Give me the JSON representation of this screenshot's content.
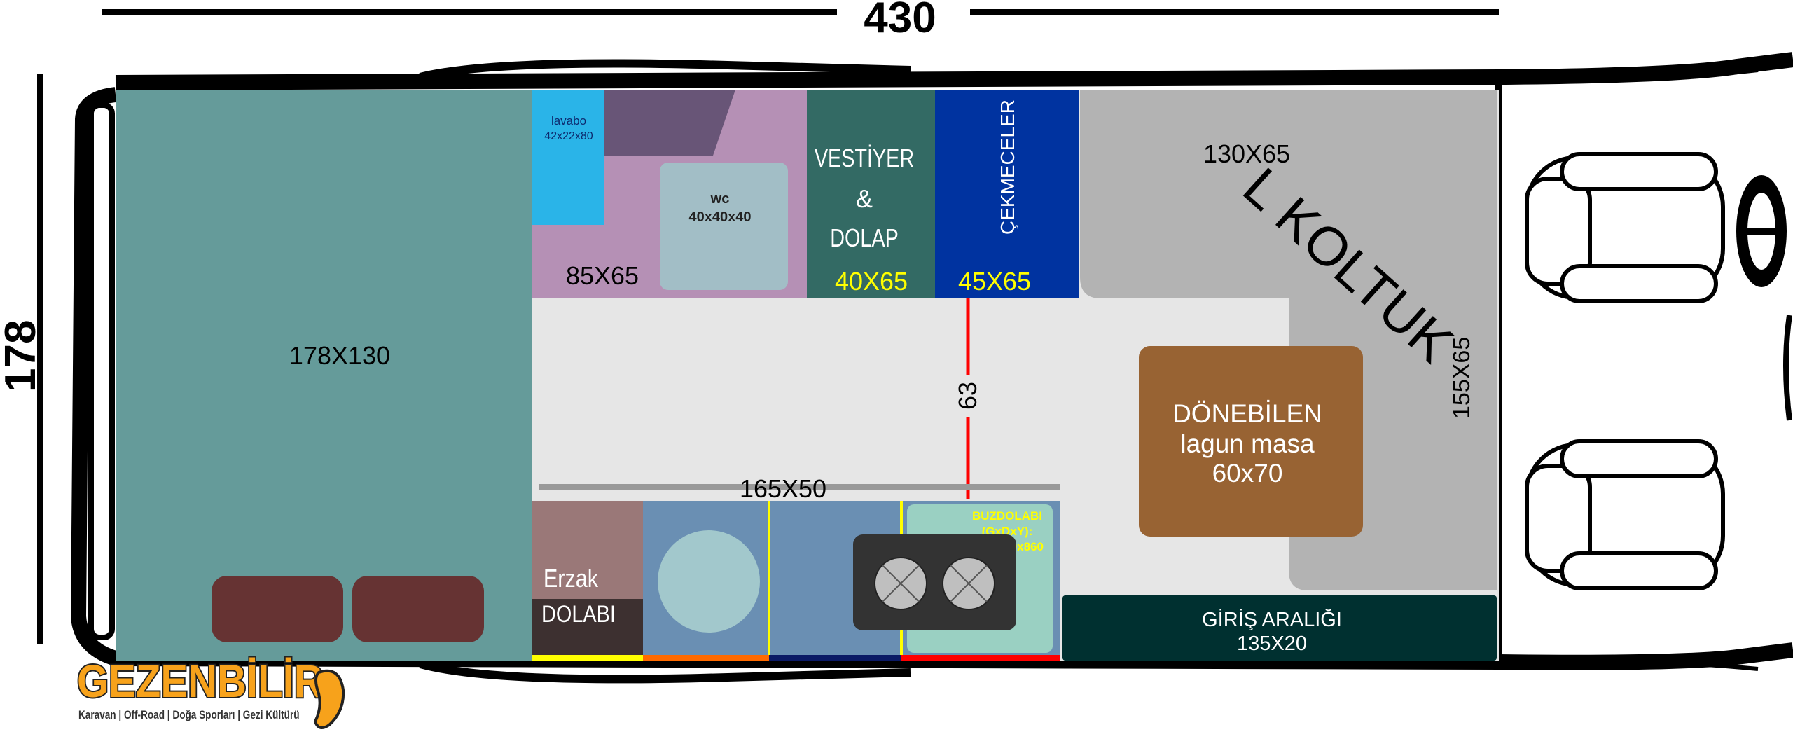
{
  "dimensions": {
    "length_label": "430",
    "width_label": "178"
  },
  "zones": {
    "bed": {
      "label": "178X130",
      "color": "#659b9a"
    },
    "bathroom": {
      "label": "85X65",
      "color": "#b590b5"
    },
    "sink": {
      "label": "lavabo",
      "size": "42x22x80",
      "color": "#2ab4e8"
    },
    "wc": {
      "label": "wc",
      "size": "40x40x40",
      "color": "#a2bec6"
    },
    "wardrobe": {
      "line1": "VESTİYER",
      "line2": "&",
      "line3": "DOLAP",
      "size": "40X65",
      "color": "#336a64"
    },
    "drawers": {
      "label": "ÇEKMECELER",
      "size": "45X65",
      "color": "#0033a0"
    },
    "sofa": {
      "label": "L KOLTUK",
      "top_size": "130X65",
      "side_size": "155X65",
      "color": "#b3b3b3"
    },
    "table": {
      "line1": "DÖNEBİLEN",
      "line2": "lagun masa",
      "line3": "60x70",
      "color": "#986333"
    },
    "aisle": {
      "label": "63"
    },
    "kitchen": {
      "label": "165X50",
      "color": "#6a8fb3"
    },
    "pantry": {
      "line1": "Erzak",
      "line2": "DOLABI"
    },
    "fridge": {
      "line1": "BUZDOLABI",
      "line2": "(GxDxY):",
      "line3": "472x450x860"
    },
    "entrance": {
      "line1": "GİRİŞ ARALIĞI",
      "line2": "135X20",
      "color": "#003030"
    }
  },
  "logo": {
    "brand": "GEZENBİLİR",
    "tagline": "Karavan | Off-Road | Doğa Sporları | Gezi Kültürü"
  },
  "accent_yellow": "#ffff00"
}
